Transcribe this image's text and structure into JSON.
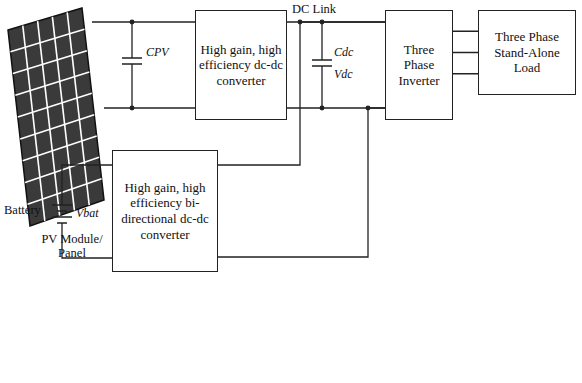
{
  "diagram": {
    "nodes": [
      {
        "text": [
          "High gain, high efficiency dc-dc converter"
        ]
      },
      {
        "text": [
          "Three Phase Inverter"
        ]
      },
      {
        "text": [
          "Three Phase Stand-Alone Load"
        ]
      },
      {
        "text": [
          "High gain, high efficiency bi-directional dc-dc converter"
        ]
      }
    ],
    "edges": [
      {
        "from": 0,
        "to": 1,
        "arrow": "none"
      },
      {
        "from": 1,
        "to": 2,
        "arrow": "none"
      },
      {
        "from": 3,
        "to": 1,
        "arrow": "none"
      }
    ],
    "labels": [
      "PV Module/ Panel",
      "CPV",
      "DC Link",
      "Cdc",
      "Vdc",
      "Battery",
      "Vbat"
    ]
  }
}
